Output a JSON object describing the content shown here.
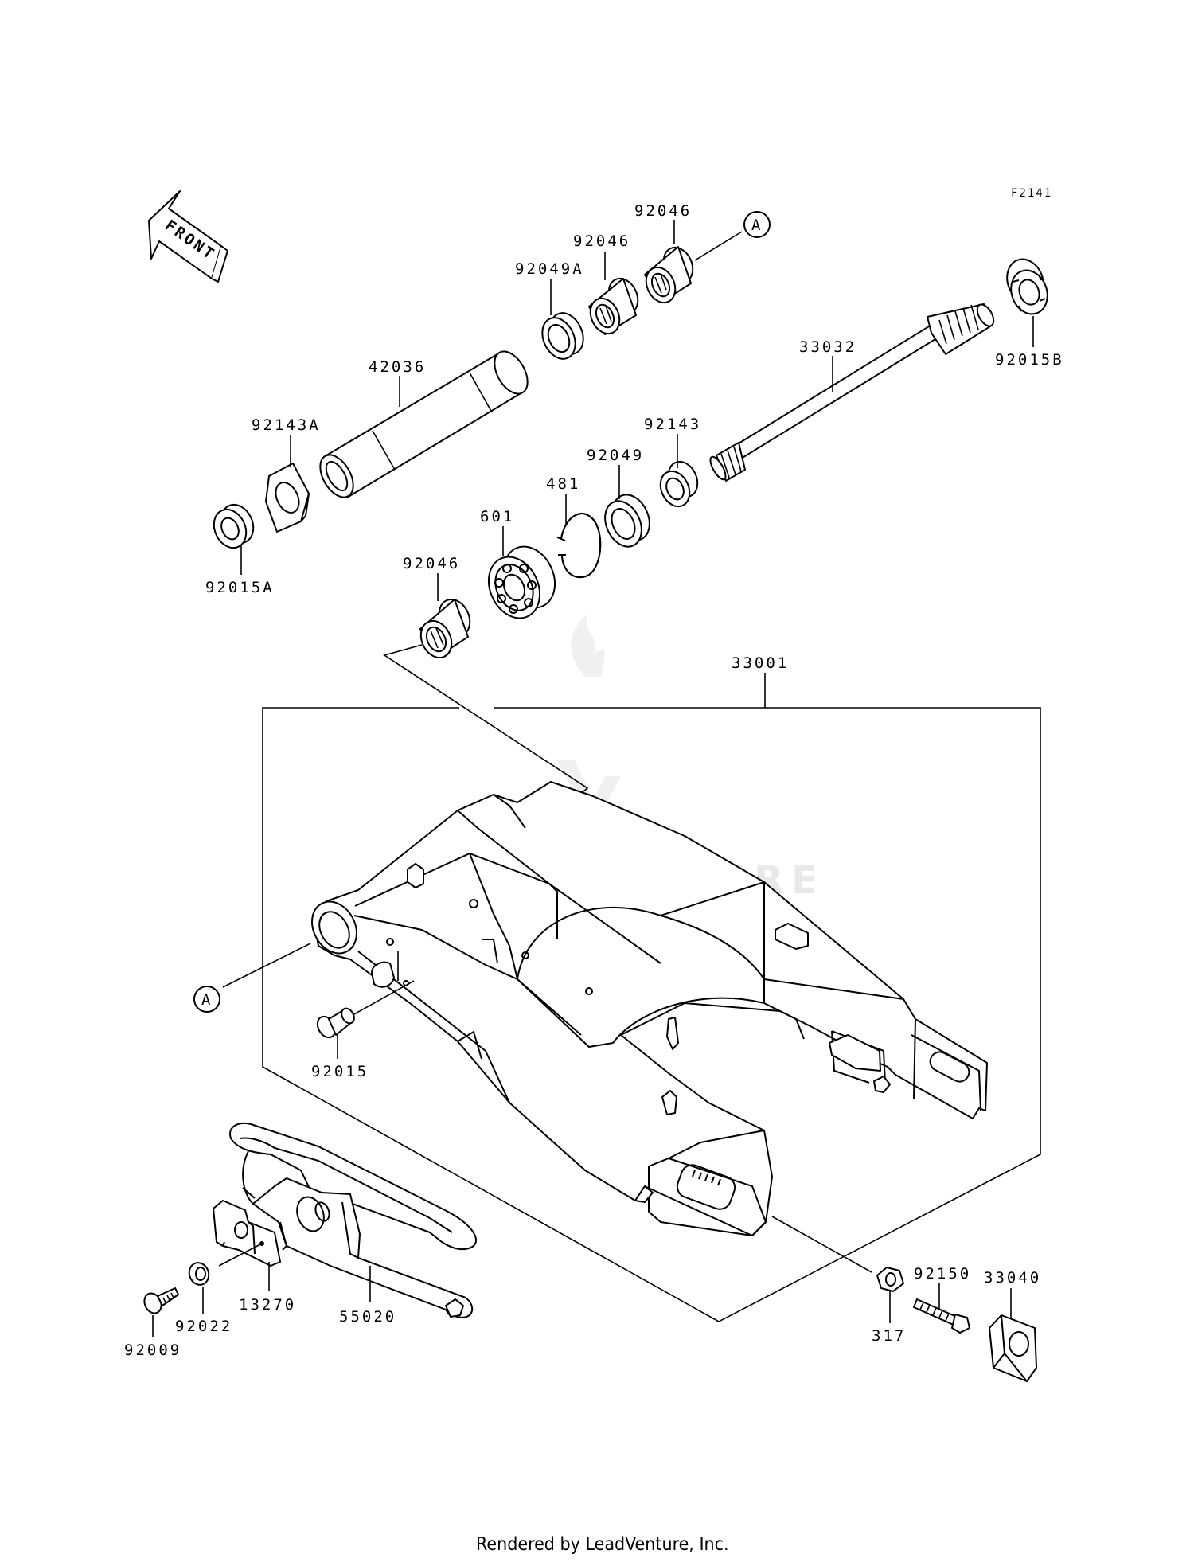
{
  "diagram_code": "F2141",
  "front_arrow_text": "FRONT",
  "ref_marker": "A",
  "watermark": "LEADVENTURE",
  "footer": "Rendered by LeadVenture, Inc.",
  "labels": {
    "p92046_top": "92046",
    "p92046_mid": "92046",
    "p92049A": "92049A",
    "p42036": "42036",
    "p92143A": "92143A",
    "p92015A": "92015A",
    "p33032": "33032",
    "p92015B": "92015B",
    "p92143": "92143",
    "p92049": "92049",
    "p481": "481",
    "p601": "601",
    "p92046_low": "92046",
    "p33001": "33001",
    "p92015": "92015",
    "p13270": "13270",
    "p55020": "55020",
    "p92022": "92022",
    "p92009": "92009",
    "p92150": "92150",
    "p33040": "33040",
    "p317": "317"
  }
}
